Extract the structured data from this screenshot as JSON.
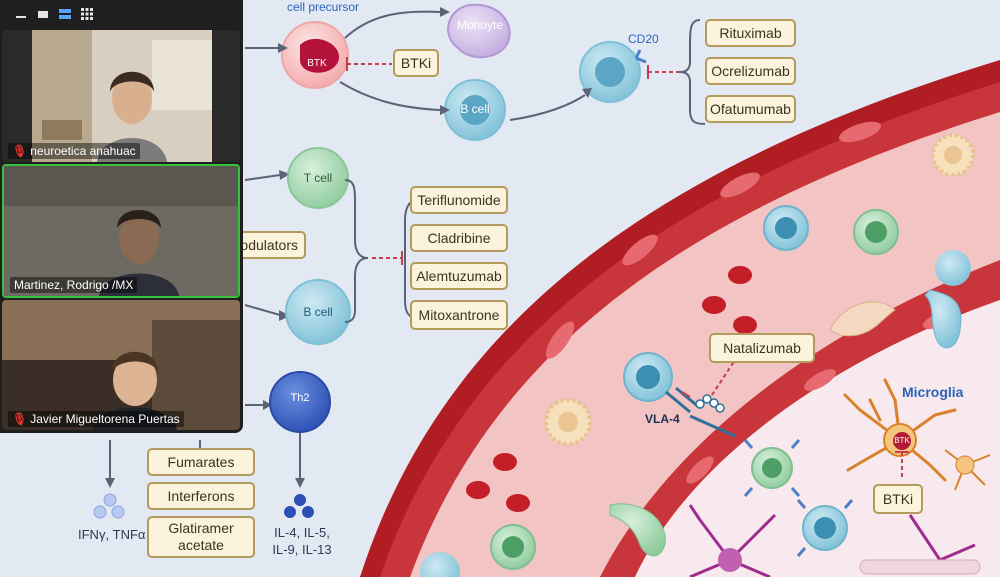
{
  "zoom": {
    "toolbar": {
      "icons": [
        "minimize-icon",
        "window-icon",
        "speaker-view-icon",
        "gallery-view-icon"
      ]
    },
    "participants": [
      {
        "name": "neuroetica anahuac",
        "muted": true,
        "active_speaker": false
      },
      {
        "name": "Martinez, Rodrigo /MX",
        "muted": false,
        "active_speaker": true
      },
      {
        "name": "Javier Migueltorena Puertas",
        "muted": true,
        "active_speaker": false
      }
    ],
    "colors": {
      "active_speaker_border": "#39c13c",
      "mute_icon": "#e3342f"
    }
  },
  "diagram": {
    "cell_precursor": "cell precursor",
    "monocyte": "Monoyte",
    "btk": "BTK",
    "btki_top": "BTKi",
    "b_cell_top": "B cell",
    "cd20": "CD20",
    "anti_cd20": [
      "Rituximab",
      "Ocrelizumab",
      "Ofatumumab"
    ],
    "t_cell": "T cell",
    "b_cell_mid": "B cell",
    "modulators": "odulators",
    "immunosuppressants": [
      "Teriflunomide",
      "Cladribine",
      "Alemtuzumab",
      "Mitoxantrone"
    ],
    "th2": "Th2",
    "th1_products": "IFNγ, TNFα",
    "th2_products_line1": "IL-4, IL-5,",
    "th2_products_line2": "IL-9, IL-13",
    "immunomodulators": [
      "Fumarates",
      "Interferons"
    ],
    "glatiramer_line1": "Glatiramer",
    "glatiramer_line2": "acetate",
    "natalizumab": "Natalizumab",
    "vla4": "VLA-4",
    "microglia": "Microglia",
    "btk_microglia": "BTK",
    "btki_bottom": "BTKi"
  }
}
